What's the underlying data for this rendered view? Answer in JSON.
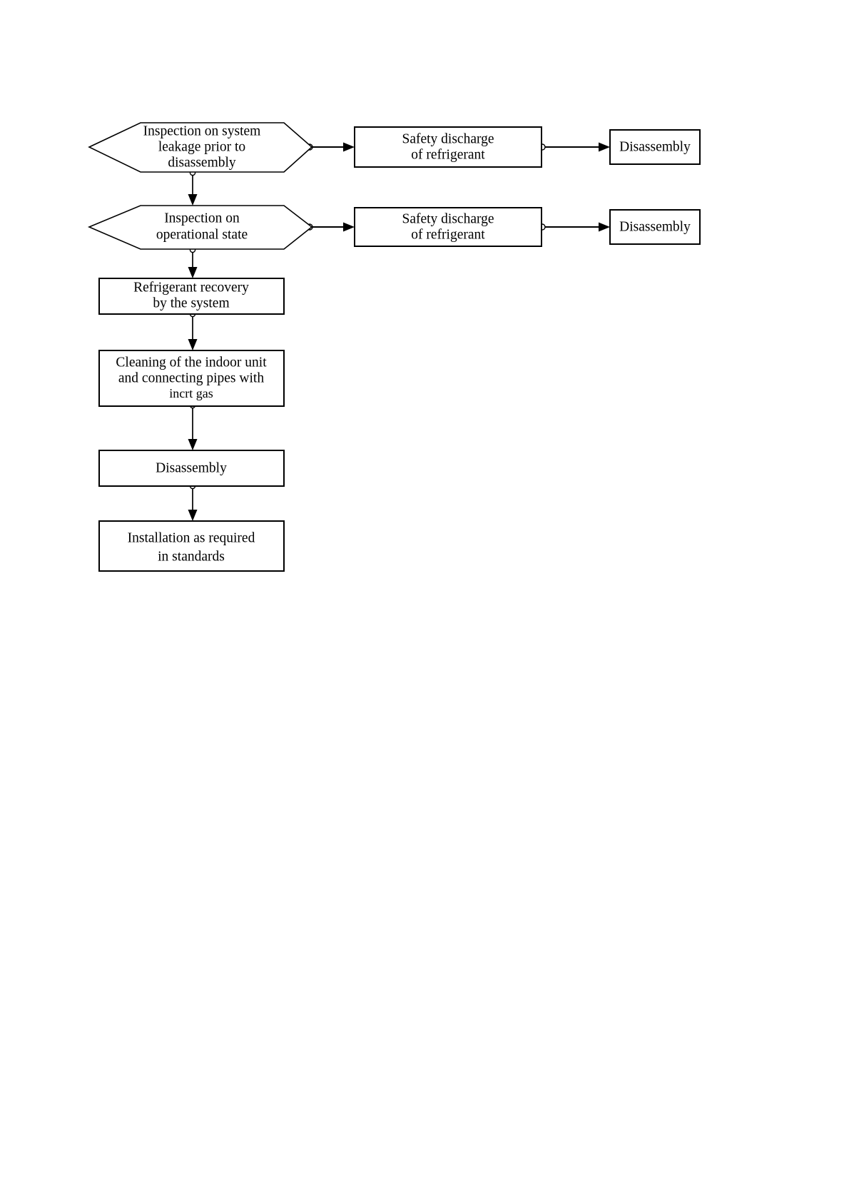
{
  "diagram": {
    "type": "flowchart",
    "title": "Refrigerant system disassembly procedure flowchart",
    "background_color": "#ffffff",
    "line_color": "#000000",
    "fill_color": "#ffffff",
    "nodes": [
      {
        "id": "hex1",
        "shape": "hexagon",
        "role": "decision",
        "lines": [
          "Inspection on system",
          "leakage prior to",
          "disassembly"
        ],
        "text": "Inspection on system leakage prior to disassembly"
      },
      {
        "id": "safety1",
        "shape": "rectangle",
        "role": "process",
        "lines": [
          "Safety discharge",
          "of refrigerant"
        ],
        "text": "Safety discharge of refrigerant"
      },
      {
        "id": "disasm1",
        "shape": "rectangle",
        "role": "process",
        "lines": [
          "Disassembly"
        ],
        "text": "Disassembly"
      },
      {
        "id": "hex2",
        "shape": "hexagon",
        "role": "decision",
        "lines": [
          "Inspection on",
          "operational state"
        ],
        "text": "Inspection on operational state"
      },
      {
        "id": "safety2",
        "shape": "rectangle",
        "role": "process",
        "lines": [
          "Safety discharge",
          "of refrigerant"
        ],
        "text": "Safety discharge of refrigerant"
      },
      {
        "id": "disasm2",
        "shape": "rectangle",
        "role": "process",
        "lines": [
          "Disassembly"
        ],
        "text": "Disassembly"
      },
      {
        "id": "recovery",
        "shape": "rectangle",
        "role": "process",
        "lines": [
          "Refrigerant recovery",
          "by the system"
        ],
        "text": "Refrigerant recovery by the system"
      },
      {
        "id": "cleaning",
        "shape": "rectangle",
        "role": "process",
        "lines": [
          "Cleaning of the indoor unit",
          "and connecting pipes with",
          "incrt gas"
        ],
        "text": "Cleaning of the indoor unit and connecting pipes with incrt gas"
      },
      {
        "id": "disasm3",
        "shape": "rectangle",
        "role": "process",
        "lines": [
          "Disassembly"
        ],
        "text": "Disassembly"
      },
      {
        "id": "install",
        "shape": "rectangle",
        "role": "process",
        "lines": [
          "Installation as required",
          "in standards"
        ],
        "text": "Installation as required in standards"
      }
    ],
    "edges": [
      {
        "id": "e1",
        "from": "hex1",
        "to": "safety1",
        "direction": "right",
        "label": ""
      },
      {
        "id": "e2",
        "from": "safety1",
        "to": "disasm1",
        "direction": "right",
        "label": ""
      },
      {
        "id": "e3",
        "from": "hex1",
        "to": "hex2",
        "direction": "down",
        "label": ""
      },
      {
        "id": "e4",
        "from": "hex2",
        "to": "safety2",
        "direction": "right",
        "label": ""
      },
      {
        "id": "e5",
        "from": "safety2",
        "to": "disasm2",
        "direction": "right",
        "label": ""
      },
      {
        "id": "e6",
        "from": "hex2",
        "to": "recovery",
        "direction": "down",
        "label": ""
      },
      {
        "id": "e7",
        "from": "recovery",
        "to": "cleaning",
        "direction": "down",
        "label": ""
      },
      {
        "id": "e8",
        "from": "cleaning",
        "to": "disasm3",
        "direction": "down",
        "label": ""
      },
      {
        "id": "e9",
        "from": "disasm3",
        "to": "install",
        "direction": "down",
        "label": ""
      }
    ]
  }
}
